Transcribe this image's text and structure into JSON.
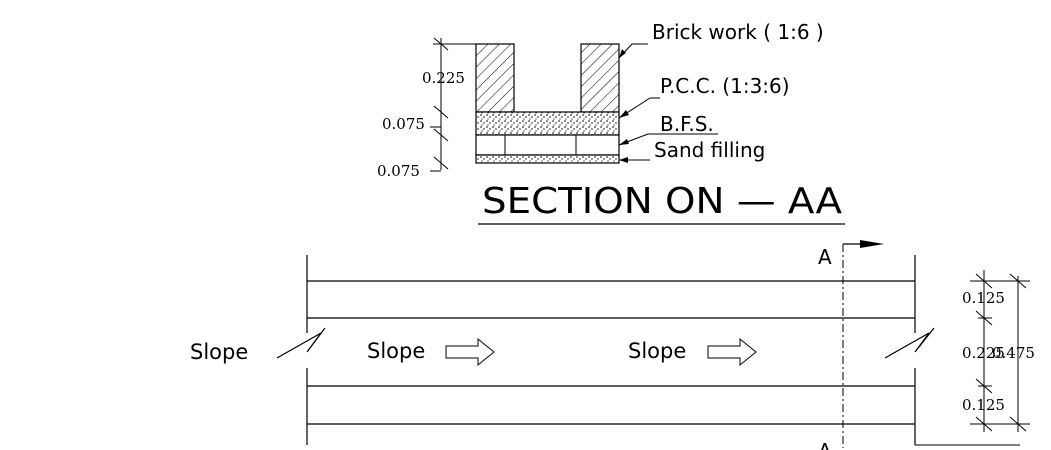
{
  "section": {
    "title": "SECTION ON — AA",
    "labels": {
      "brick": "Brick work ( 1:6 )",
      "pcc": "P.C.C. (1:3:6)",
      "bfs": "B.F.S.",
      "sand": "Sand filling"
    },
    "dims": {
      "d1": "0.225",
      "d2": "0.075",
      "d3": "0.075"
    }
  },
  "plan": {
    "slope_left": "Slope",
    "slope_mid": "Slope",
    "slope_right": "Slope",
    "section_mark_top": "A",
    "section_mark_bottom": "A",
    "dims": {
      "top": "0.125",
      "mid": "0.225",
      "bottom": "0.125",
      "overall": "0.475"
    }
  },
  "icons": [
    "arrow-right-icon",
    "hatch-brick",
    "hatch-concrete"
  ]
}
